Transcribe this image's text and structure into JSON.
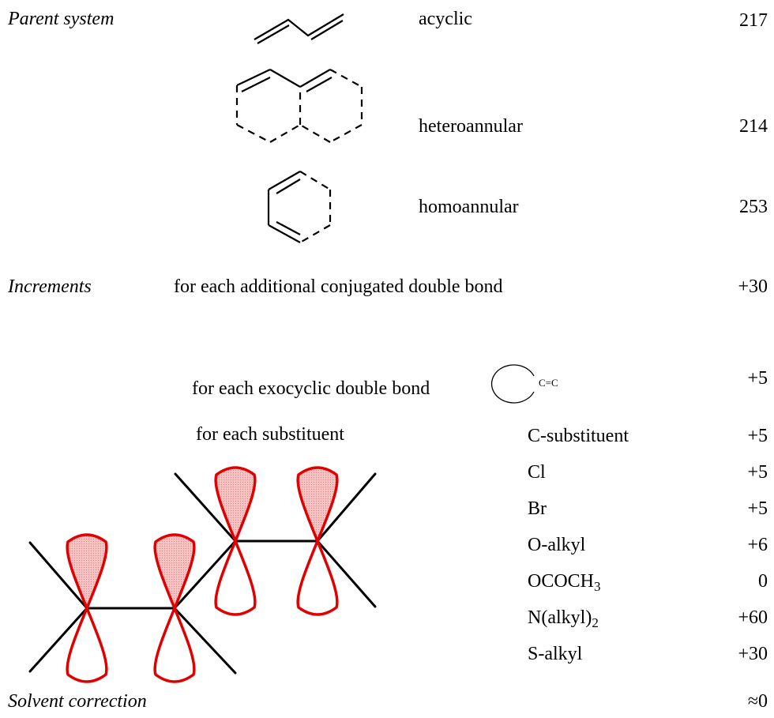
{
  "sections": {
    "parent": "Parent system",
    "increments": "Increments",
    "solvent": "Solvent correction"
  },
  "parent_rows": [
    {
      "label": "acyclic",
      "value": "217"
    },
    {
      "label": "heteroannular",
      "value": "214"
    },
    {
      "label": "homoannular",
      "value": "253"
    }
  ],
  "increments": {
    "conjugated": {
      "label": "for each additional conjugated double bond",
      "value": "+30"
    },
    "exocyclic": {
      "label": "for each exocyclic double bond",
      "value": "+5",
      "structure_text": "C=C"
    },
    "substituent_header": "for each substituent"
  },
  "substituents": [
    {
      "label": "C-substituent",
      "value": "+5"
    },
    {
      "label": "Cl",
      "value": "+5"
    },
    {
      "label": "Br",
      "value": "+5"
    },
    {
      "label": "O-alkyl",
      "value": "+6"
    },
    {
      "label_main": "OCOCH",
      "label_sub": "3",
      "value": "0"
    },
    {
      "label_main": "N(alkyl)",
      "label_sub": "2",
      "value": "+60"
    },
    {
      "label": "S-alkyl",
      "value": "+30"
    }
  ],
  "solvent_value": "≈0",
  "colors": {
    "orbital_stroke": "#e00000",
    "orbital_fill": "#f4b8b8",
    "bond": "#000000"
  }
}
